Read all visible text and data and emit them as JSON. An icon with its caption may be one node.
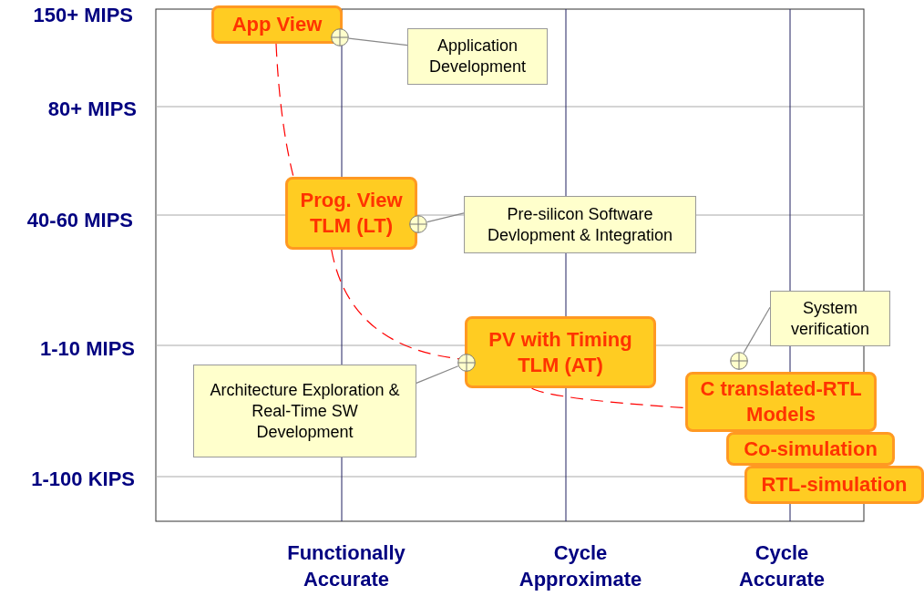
{
  "diagram": {
    "nodes": [
      {
        "text": [
          "App View"
        ]
      },
      {
        "text": [
          "Application Development"
        ]
      },
      {
        "text": [],
        "shape": "circle"
      },
      {
        "text": [
          "Prog. View TLM (LT)"
        ]
      },
      {
        "text": [
          "Pre-silicon Software Devlopment & Integration"
        ]
      },
      {
        "text": [],
        "shape": "circle"
      },
      {
        "text": [
          "System verification"
        ]
      },
      {
        "text": [
          "PV with Timing TLM (AT)"
        ]
      },
      {
        "text": [
          "Architecture Exploration & Real-Time SW Development"
        ]
      },
      {
        "text": [],
        "shape": "circle"
      },
      {
        "text": [],
        "shape": "circle"
      },
      {
        "text": [
          "C translated-RTL Models"
        ]
      },
      {
        "text": [
          "Co-simulation"
        ]
      },
      {
        "text": [
          "RTL-simulation"
        ]
      }
    ],
    "edges": [
      {
        "from": 1,
        "to": 2,
        "arrow": "none"
      },
      {
        "from": 0,
        "to": 3,
        "arrow": "none",
        "style": "dashed",
        "color": "#ff0000"
      },
      {
        "from": 4,
        "to": 5,
        "arrow": "none"
      },
      {
        "from": 3,
        "to": 7,
        "arrow": "none",
        "style": "dashed",
        "color": "#ff0000"
      },
      {
        "from": 6,
        "to": 10,
        "arrow": "none"
      },
      {
        "from": 8,
        "to": 9,
        "arrow": "none"
      },
      {
        "from": 7,
        "to": 11,
        "arrow": "none",
        "style": "dashed",
        "color": "#ff0000"
      }
    ],
    "labels": [
      "150+ MIPS",
      "80+ MIPS",
      "40-60 MIPS",
      "1-10 MIPS",
      "1-100 KIPS",
      "Functionally Accurate",
      "Cycle Approximate",
      "Cycle Accurate"
    ]
  }
}
